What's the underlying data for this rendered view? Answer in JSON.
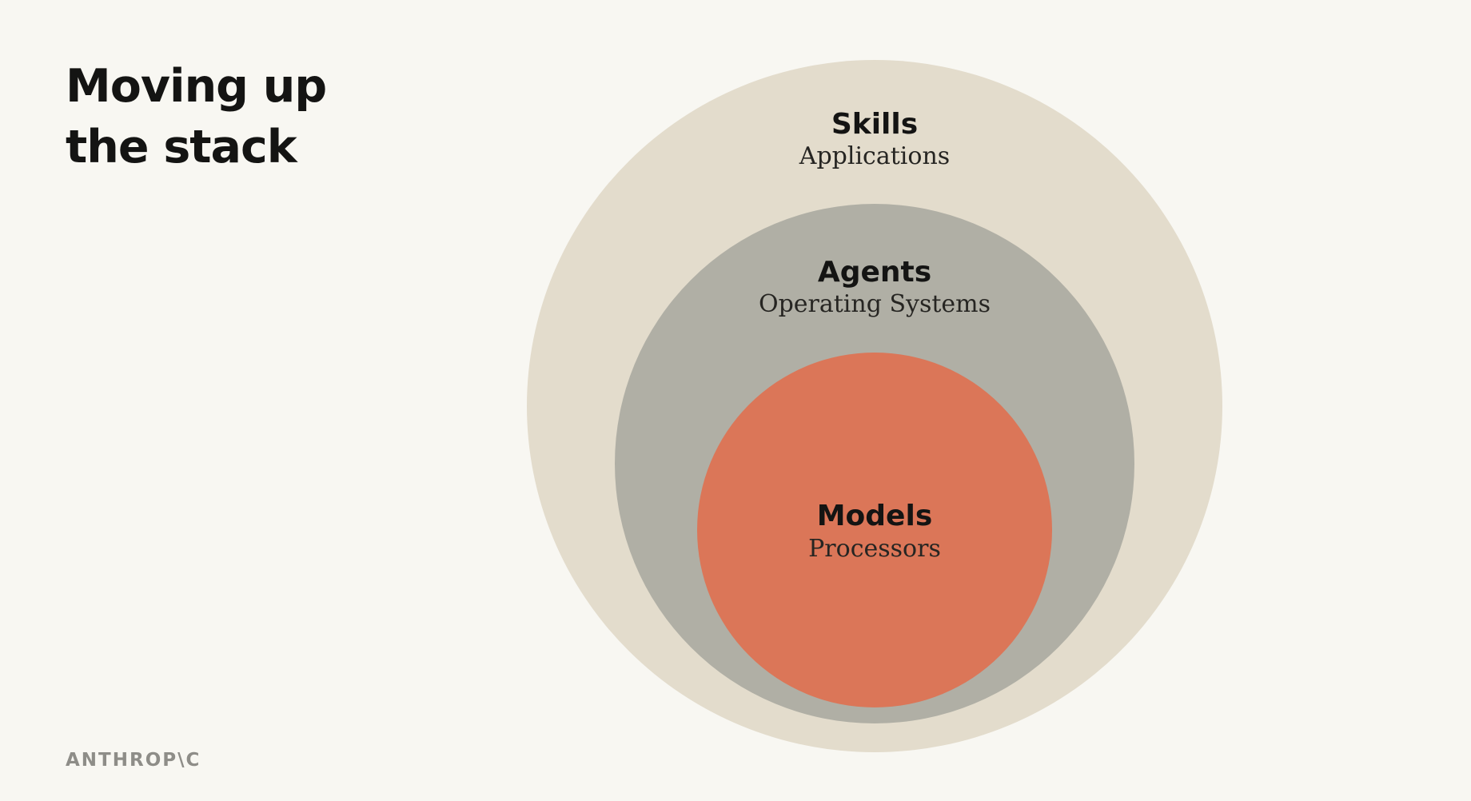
{
  "slide": {
    "title_lines": [
      "Moving up",
      "the stack"
    ],
    "logo_text": "ANTHROP\\C"
  },
  "layers": [
    {
      "name": "Skills",
      "description": "Applications",
      "color": "#e3dccc"
    },
    {
      "name": "Agents",
      "description": "Operating Systems",
      "color": "#b0afa5"
    },
    {
      "name": "Models",
      "description": "Processors",
      "color": "#db7658"
    }
  ],
  "colors": {
    "background": "#f8f7f2",
    "text": "#141413",
    "logo": "#8e8d88"
  }
}
